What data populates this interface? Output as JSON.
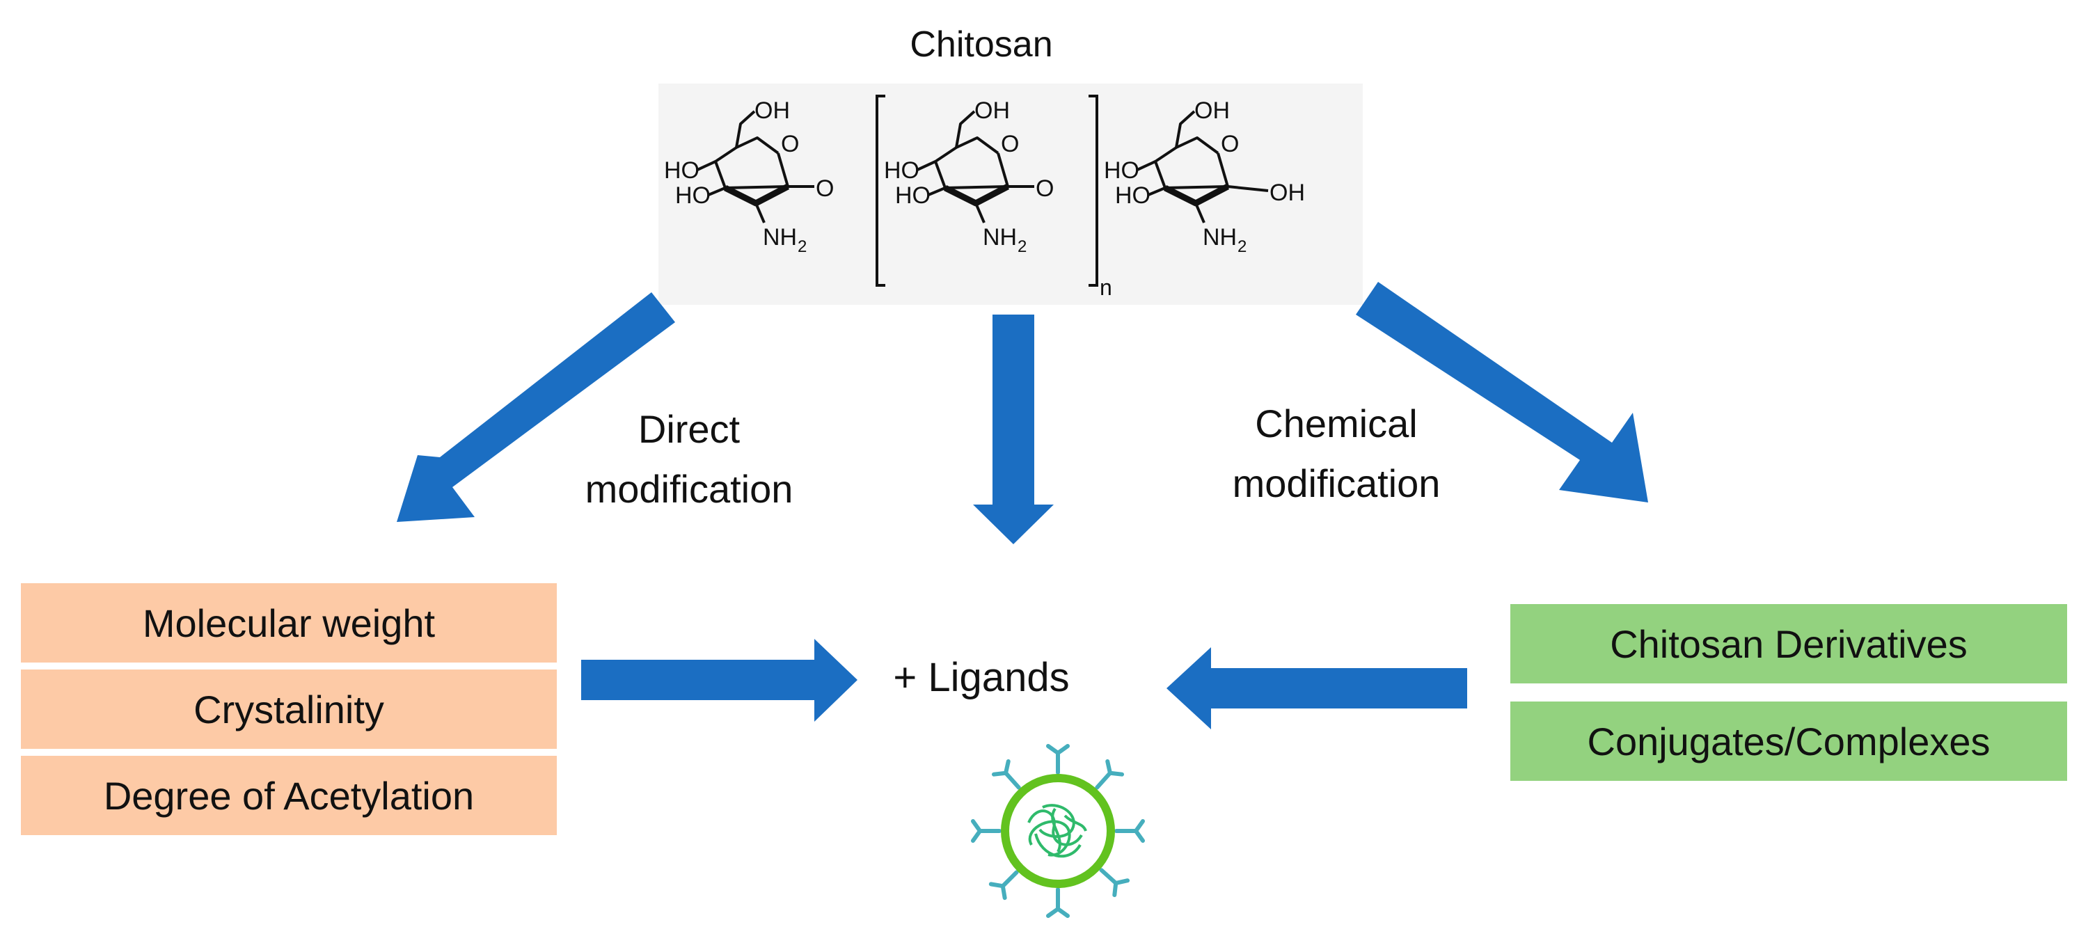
{
  "title": "Chitosan",
  "structure": {
    "oh": "OH",
    "ho": "HO",
    "o": "O",
    "nh": "NH",
    "sub2": "2",
    "n": "n"
  },
  "labels": {
    "direct": [
      "Direct",
      "modification"
    ],
    "chemical": [
      "Chemical",
      "modification"
    ],
    "ligands": "+ Ligands"
  },
  "left_boxes": [
    "Molecular weight",
    "Crystalinity",
    "Degree of Acetylation"
  ],
  "right_boxes": [
    "Chitosan Derivatives",
    "Conjugates/Complexes"
  ],
  "colors": {
    "arrow": "#1b6ec2",
    "left_box": "#fdcaa6",
    "right_box": "#93d27f",
    "nanoparticle_ring": "#62c21f",
    "ligand": "#46aebd",
    "polymer_strand": "#2fba6b"
  },
  "icons": {
    "arrows": "block-arrow",
    "nanoparticle": "ligand-coated-nanoparticle-icon"
  }
}
